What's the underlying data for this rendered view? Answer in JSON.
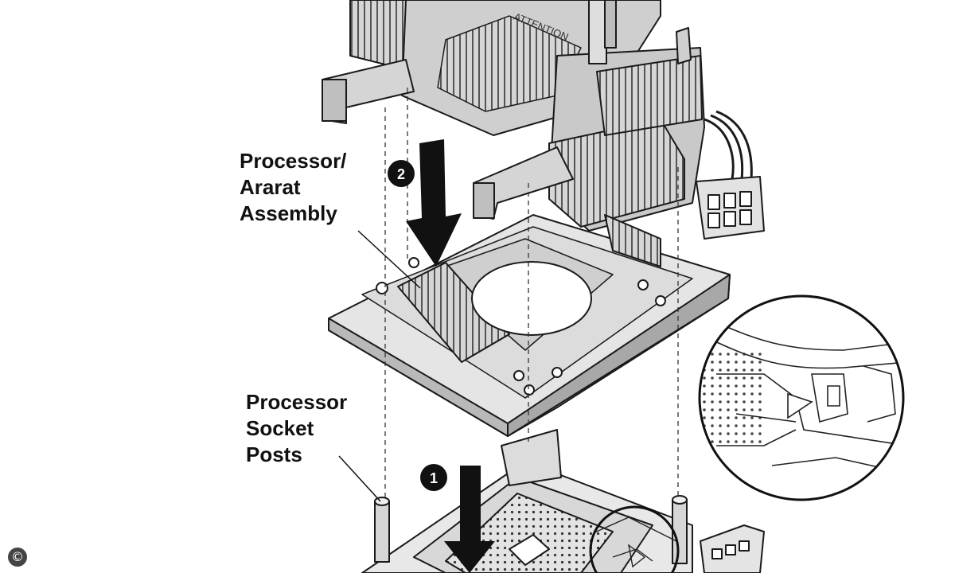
{
  "labels": {
    "assembly": [
      "Processor/",
      "Ararat",
      "Assembly"
    ],
    "posts": [
      "Processor",
      "Socket",
      "Posts"
    ]
  },
  "heatsink_text": "ATTENTION",
  "steps": [
    "1",
    "2"
  ],
  "copyright_symbol": "©",
  "colors": {
    "ink": "#1a1a1a",
    "metal": "#d2d2d2",
    "metal_dark": "#a9a9a9",
    "plate": "#e4e4e4"
  }
}
